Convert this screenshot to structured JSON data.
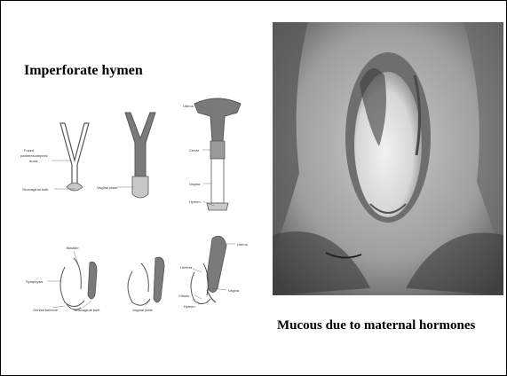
{
  "slide": {
    "title": "Imperforate hymen",
    "caption": "Mucous due to maternal hormones"
  },
  "diagram": {
    "top_row": {
      "stage1_labels": [
        "Fused",
        "paramesonephric",
        "ducts",
        "Sinovaginal bulb"
      ],
      "stage2_labels": [
        "Vaginal plate"
      ],
      "stage3_labels": [
        "Uterus",
        "Cervix",
        "Vagina",
        "Hymen"
      ]
    },
    "bottom_row": {
      "stage1_labels": [
        "Bladder",
        "Symphysis",
        "Genital tubercle",
        "Sinovaginal bulb"
      ],
      "stage2_labels": [
        "Vaginal plate"
      ],
      "stage3_labels": [
        "Uterus",
        "Urethra",
        "Vagina",
        "Clitoris",
        "Hymen"
      ]
    }
  },
  "colors": {
    "duct_fill": "#7a7a7a",
    "bulb_fill": "#c8c8c8",
    "line": "#555555"
  },
  "photo": {
    "description_icon": "clinical-photo"
  }
}
